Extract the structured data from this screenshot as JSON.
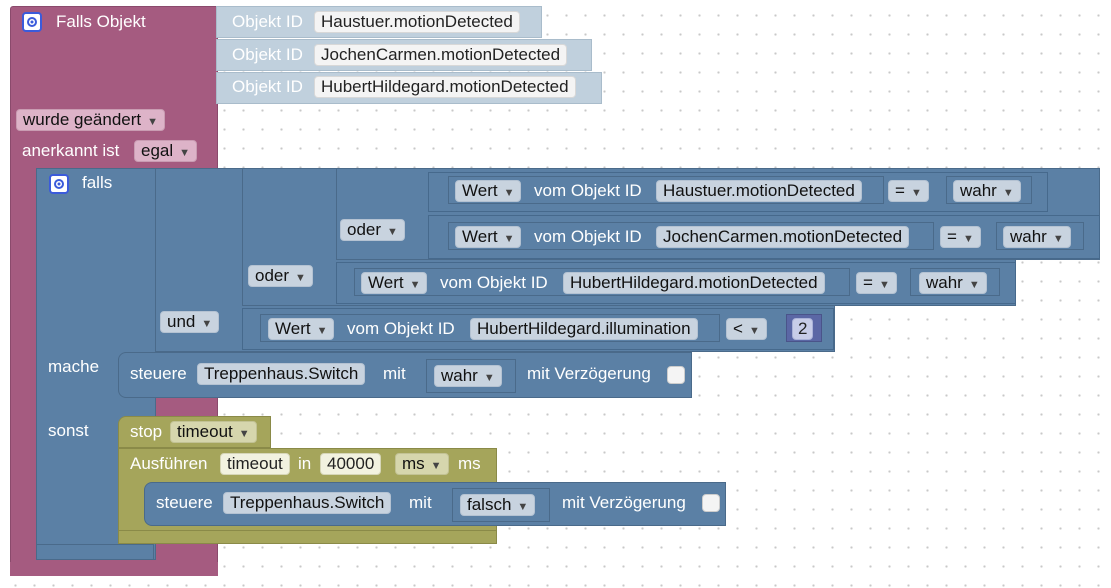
{
  "trigger": {
    "title": "Falls Objekt",
    "objects": [
      {
        "label": "Objekt ID",
        "value": "Haustuer.motionDetected"
      },
      {
        "label": "Objekt ID",
        "value": "JochenCarmen.motionDetected"
      },
      {
        "label": "Objekt ID",
        "value": "HubertHildegard.motionDetected"
      }
    ],
    "changed": "wurde geändert",
    "ack_label": "anerkannt ist",
    "ack_value": "egal"
  },
  "if_block": {
    "falls": "falls",
    "und": "und",
    "oder1": "oder",
    "oder2": "oder",
    "mache": "mache",
    "sonst": "sonst",
    "cond1": {
      "wert": "Wert",
      "vom": "vom Objekt ID",
      "obj": "Haustuer.motionDetected",
      "op": "=",
      "val": "wahr"
    },
    "cond2": {
      "wert": "Wert",
      "vom": "vom Objekt ID",
      "obj": "JochenCarmen.motionDetected",
      "op": "=",
      "val": "wahr"
    },
    "cond3": {
      "wert": "Wert",
      "vom": "vom Objekt ID",
      "obj": "HubertHildegard.motionDetected",
      "op": "=",
      "val": "wahr"
    },
    "cond4": {
      "wert": "Wert",
      "vom": "vom Objekt ID",
      "obj": "HubertHildegard.illumination",
      "op": "<",
      "val": "2"
    }
  },
  "control1": {
    "label": "steuere",
    "obj": "Treppenhaus.Switch",
    "mit": "mit",
    "val": "wahr",
    "delay": "mit Verzögerung"
  },
  "stop": {
    "label": "stop",
    "name": "timeout"
  },
  "run": {
    "label": "Ausführen",
    "name": "timeout",
    "in": "in",
    "ms_value": "40000",
    "unit": "ms",
    "unit2": "ms"
  },
  "control2": {
    "label": "steuere",
    "obj": "Treppenhaus.Switch",
    "mit": "mit",
    "val": "falsch",
    "delay": "mit Verzögerung"
  }
}
